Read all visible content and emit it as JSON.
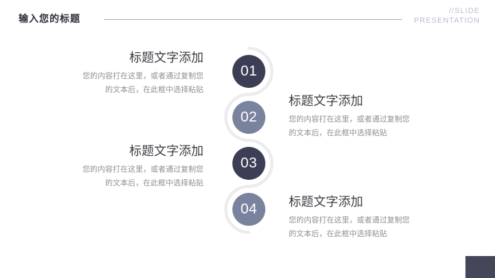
{
  "slide": {
    "header": {
      "title": "输入您的标题",
      "brand_line1": "//SLIDE",
      "brand_line2": "PRESENTATION"
    },
    "steps": [
      {
        "number": "01",
        "variant": "dark"
      },
      {
        "number": "02",
        "variant": "light"
      },
      {
        "number": "03",
        "variant": "dark"
      },
      {
        "number": "04",
        "variant": "light"
      }
    ],
    "blocks": [
      {
        "side": "left",
        "title": "标题文字添加",
        "line1": "您的内容打在这里，或者通过复制您",
        "line2": "的文本后，在此框中选择粘贴"
      },
      {
        "side": "right",
        "title": "标题文字添加",
        "line1": "您的内容打在这里，或者通过复制您",
        "line2": "的文本后，在此框中选择粘贴"
      },
      {
        "side": "left",
        "title": "标题文字添加",
        "line1": "您的内容打在这里，或者通过复制您",
        "line2": "的文本后，在此框中选择粘贴"
      },
      {
        "side": "right",
        "title": "标题文字添加",
        "line1": "您的内容打在这里，或者通过复制您",
        "line2": "的文本后，在此框中选择粘贴"
      }
    ],
    "colors": {
      "circle_dark": "#3b3e54",
      "circle_light": "#7a839e",
      "corner_accent": "#44475a",
      "brand_text": "#b9bdd1",
      "curve": "#ececef",
      "title_text": "#3d3d44",
      "body_text": "#909095"
    }
  }
}
